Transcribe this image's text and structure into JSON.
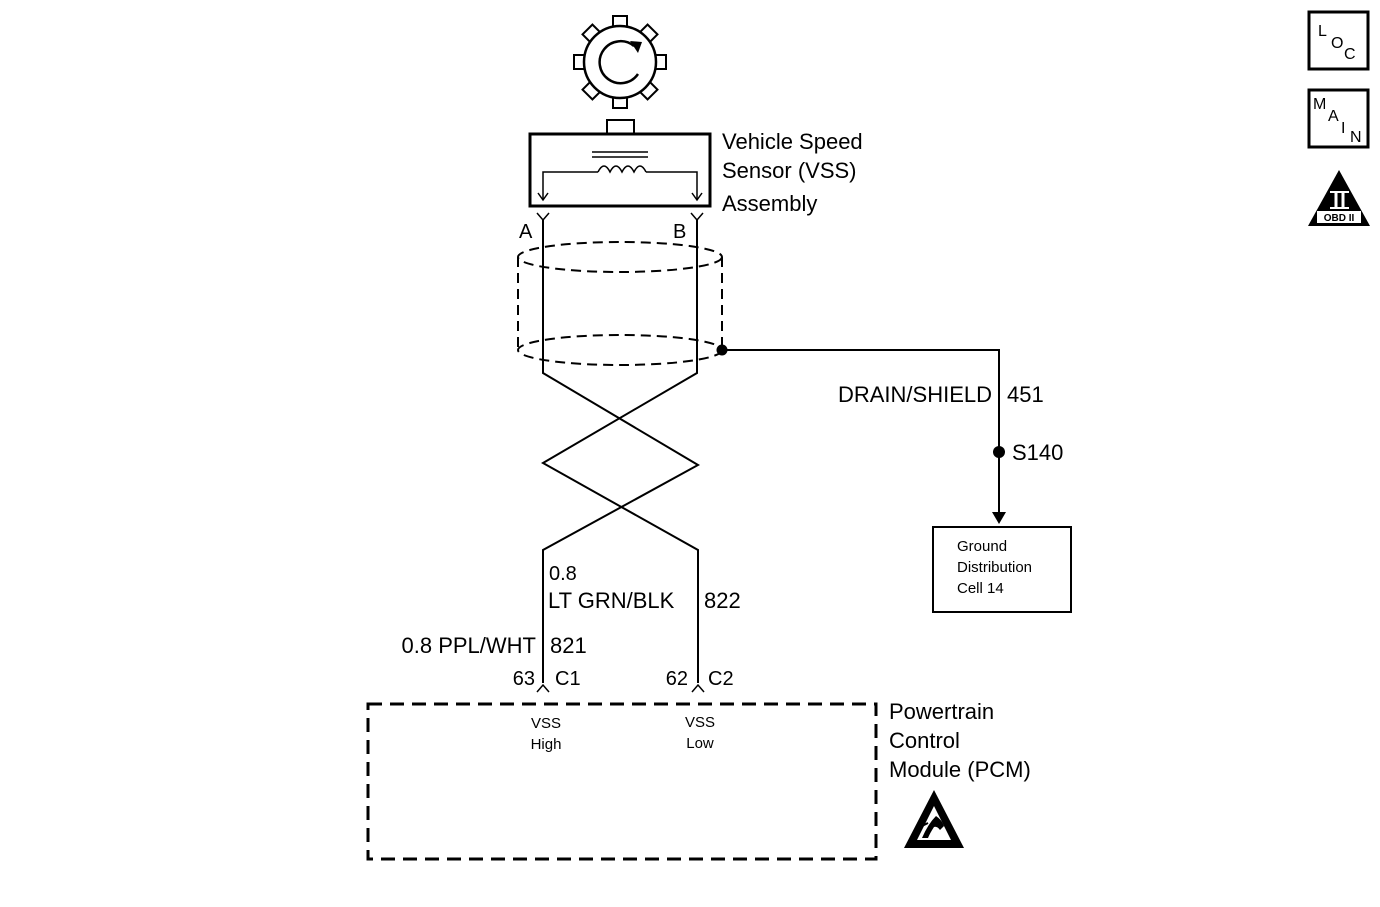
{
  "sensor": {
    "line1": "Vehicle Speed",
    "line2": "Sensor (VSS)",
    "line3": "Assembly",
    "pin_a": "A",
    "pin_b": "B"
  },
  "drain": {
    "label": "DRAIN/SHIELD",
    "circuit": "451",
    "splice": "S140"
  },
  "ground": {
    "line1": "Ground",
    "line2": "Distribution",
    "line3": "Cell 14"
  },
  "wire_low": {
    "size": "0.8",
    "color": "LT GRN/BLK",
    "circuit": "822",
    "pin": "62",
    "connector": "C2"
  },
  "wire_high": {
    "label": "0.8 PPL/WHT",
    "circuit": "821",
    "pin": "63",
    "connector": "C1"
  },
  "pcm": {
    "line1": "Powertrain",
    "line2": "Control",
    "line3": "Module (PCM)",
    "input_high_1": "VSS",
    "input_high_2": "High",
    "input_low_1": "VSS",
    "input_low_2": "Low"
  },
  "icons": {
    "loc": {
      "c1": "L",
      "c2": "O",
      "c3": "C"
    },
    "main": {
      "c1": "M",
      "c2": "A",
      "c3": "I",
      "c4": "N"
    },
    "obd": {
      "numeral": "II",
      "text": "OBD II"
    }
  }
}
